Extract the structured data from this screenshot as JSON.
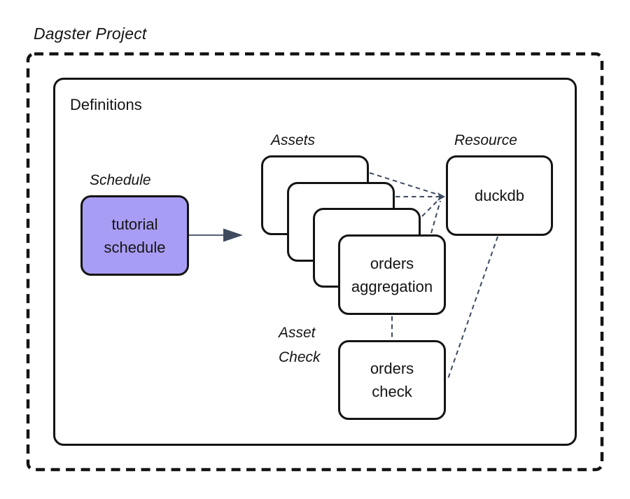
{
  "title": "Dagster Project",
  "definitions": {
    "label": "Definitions"
  },
  "groups": {
    "schedule_label": "Schedule",
    "assets_label": "Assets",
    "resource_label": "Resource",
    "asset_check_label": "Asset\nCheck"
  },
  "nodes": {
    "tutorial_schedule": "tutorial\nschedule",
    "orders_aggregation": "orders\naggregation",
    "duckdb": "duckdb",
    "orders_check": "orders\ncheck"
  },
  "colors": {
    "schedule_fill": "#a89df4",
    "connector": "#3e4a5e",
    "outline": "#141414"
  }
}
